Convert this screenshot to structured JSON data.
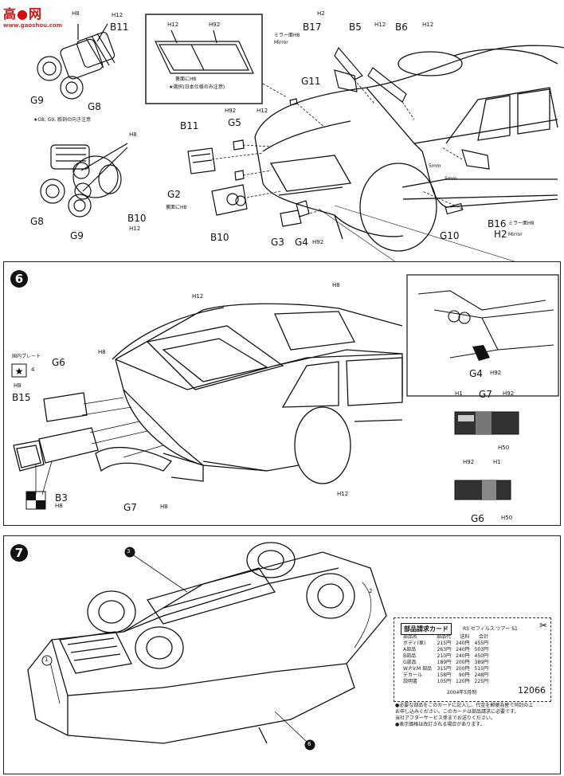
{
  "watermark": {
    "text": "高●网",
    "url": "www.gaoshou.com"
  },
  "step5": {
    "labels": {
      "h8_a": "H8",
      "h12_a": "H12",
      "b11_a": "B11",
      "g9_a": "G9",
      "g8_a": "G8",
      "note_a": "★G8, G9, 彫刻の向き注意",
      "h8_b": "H8",
      "g8_b": "G8",
      "g9_b": "G9",
      "b10_b": "B10",
      "h12_b": "H12",
      "inset_h12": "H12",
      "inset_h92": "H92",
      "inset_note1": "裏面にH8",
      "inset_note2": "★選択(日本仕様のみ注意)",
      "h92_c": "H92",
      "g5": "G5",
      "b11_c": "B11",
      "h12_c": "H12",
      "g2": "G2",
      "back_h8": "裏面にH8",
      "b10_c": "B10",
      "g3": "G3",
      "g4": "G4",
      "h92_d": "H92",
      "g11": "G11",
      "mirror_top": "ミラー面H8",
      "mirror_word": "Mirror",
      "b17": "B17",
      "h2_a": "H2",
      "b5": "B5",
      "h12_d": "H12",
      "b6": "B6",
      "h12_e": "H12",
      "dim_5mm_a": "5mm",
      "dim_5mm_b": "5mm",
      "g10": "G10",
      "b16": "B16",
      "mirror_b16": "ミラー面H8",
      "h2_b": "H2",
      "mirror_word_b": "Mirror"
    }
  },
  "step6": {
    "number": "6",
    "labels": {
      "h8_top": "H8",
      "h12_top": "H12",
      "h8_left": "H8",
      "plate_note": "国内プレート",
      "plate_num": "4",
      "g6": "G6",
      "h8_g6": "H8",
      "b15": "B15",
      "b3": "B3",
      "h8_b3": "H8",
      "g7": "G7",
      "h8_g7": "H8",
      "h12_side": "H12",
      "detail_g4": "G4",
      "detail_h92": "H92",
      "g7_h1": "H1",
      "g7_label": "G7",
      "g7_h92": "H92",
      "g7_h50": "H50",
      "g6_h92": "H92",
      "g6_h1": "H1",
      "g6_label": "G6",
      "g6_h50": "H50"
    }
  },
  "step7": {
    "number": "7",
    "labels": {
      "callout_3": "3",
      "callout_2": "2",
      "callout_1": "1",
      "callout_6": "6"
    }
  },
  "order_card": {
    "title": "部品請求カード",
    "subtitle": "RS ゼフィルス ツアー S1",
    "headers": [
      "部品名",
      "部品代",
      "送料",
      "合計"
    ],
    "rows": [
      [
        "ボディ(車)",
        "215円",
        "240円",
        "455円"
      ],
      [
        "A部品",
        "263円",
        "240円",
        "503円"
      ],
      [
        "B部品",
        "210円",
        "240円",
        "450円"
      ],
      [
        "G部品",
        "189円",
        "200円",
        "389円"
      ],
      [
        "W.P.V.M 部品",
        "315円",
        "200円",
        "515円"
      ],
      [
        "デカール",
        "158円",
        "90円",
        "248円"
      ],
      [
        "説明書",
        "105円",
        "120円",
        "225円"
      ]
    ],
    "date": "2004年5月制",
    "code": "12066"
  },
  "notes": [
    "●必要な部品をこのカードに記入し、代金を郵便為替で同封の上",
    "  お申し込みください。このカードは部品請求に必要です。",
    "  当社アフターサービス係までお送りください。",
    "●表示価格は改訂される場合があります。"
  ]
}
